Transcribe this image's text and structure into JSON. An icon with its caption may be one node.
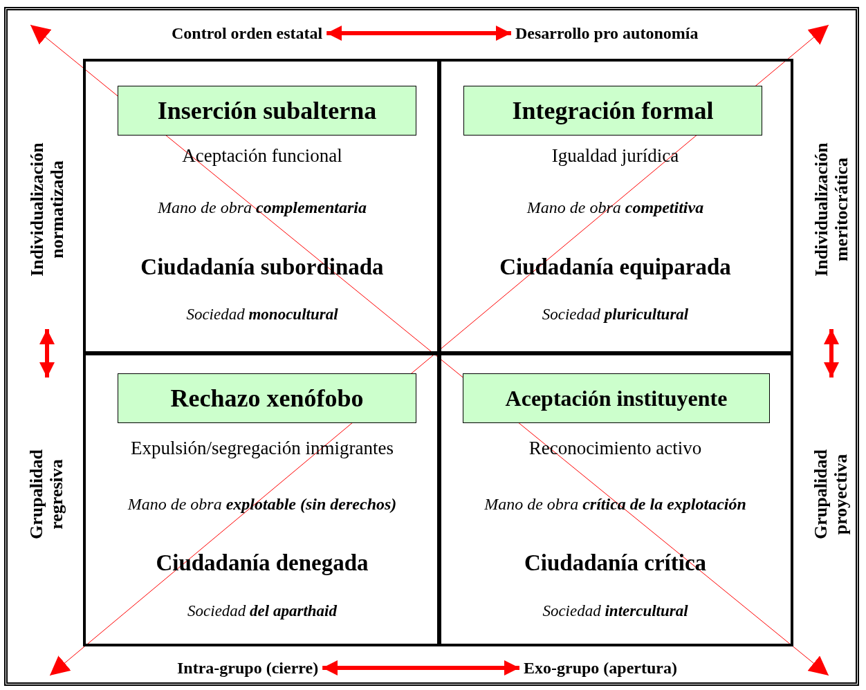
{
  "diagram": {
    "nodes": [
      {
        "text": [
          "Aceptación funcional",
          "Mano de obra **complementaria**",
          "Ciudadanía subordinada",
          "Sociedad **monocultural**"
        ]
      },
      {
        "text": [
          "Inserción subalterna"
        ],
        "in": 0
      },
      {
        "text": [
          "Igualdad jurídica",
          "Mano de obra **competitiva**",
          "Ciudadanía equiparada",
          "Sociedad **pluricultural**"
        ]
      },
      {
        "text": [
          "Integración formal"
        ],
        "in": 2
      },
      {
        "text": [
          "Expulsión/segregación inmigrantes",
          "Mano de obra **explotable (sin derechos)**",
          "Ciudadanía denegada",
          "Sociedad **del aparthaid**"
        ]
      },
      {
        "text": [
          "Rechazo xenófobo"
        ],
        "in": 4
      },
      {
        "text": [
          "Reconocimiento activo",
          "Mano de obra **crítica de la explotación**",
          "Ciudadanía crítica",
          "Sociedad **intercultural**"
        ]
      },
      {
        "text": [
          "Aceptación instituyente"
        ],
        "in": 6
      },
      {
        "text": [
          "Control orden estatal"
        ]
      },
      {
        "text": [
          "Desarrollo pro autonomía"
        ]
      },
      {
        "text": [
          "Individualización normatizada"
        ]
      },
      {
        "text": [
          "Grupalidad regresiva"
        ]
      },
      {
        "text": [
          "Individualización meritocrática"
        ]
      },
      {
        "text": [
          "Grupalidad proyectiva"
        ]
      },
      {
        "text": [
          "Intra-grupo (cierre)"
        ]
      },
      {
        "text": [
          "Exo-grupo (apertura)"
        ]
      }
    ],
    "edges": [
      {
        "from": 8,
        "to": 9,
        "arrow": "both"
      },
      {
        "from": 10,
        "to": 11,
        "arrow": "both"
      },
      {
        "from": 12,
        "to": 13,
        "arrow": "both"
      },
      {
        "from": 14,
        "to": 15,
        "arrow": "both"
      }
    ]
  }
}
